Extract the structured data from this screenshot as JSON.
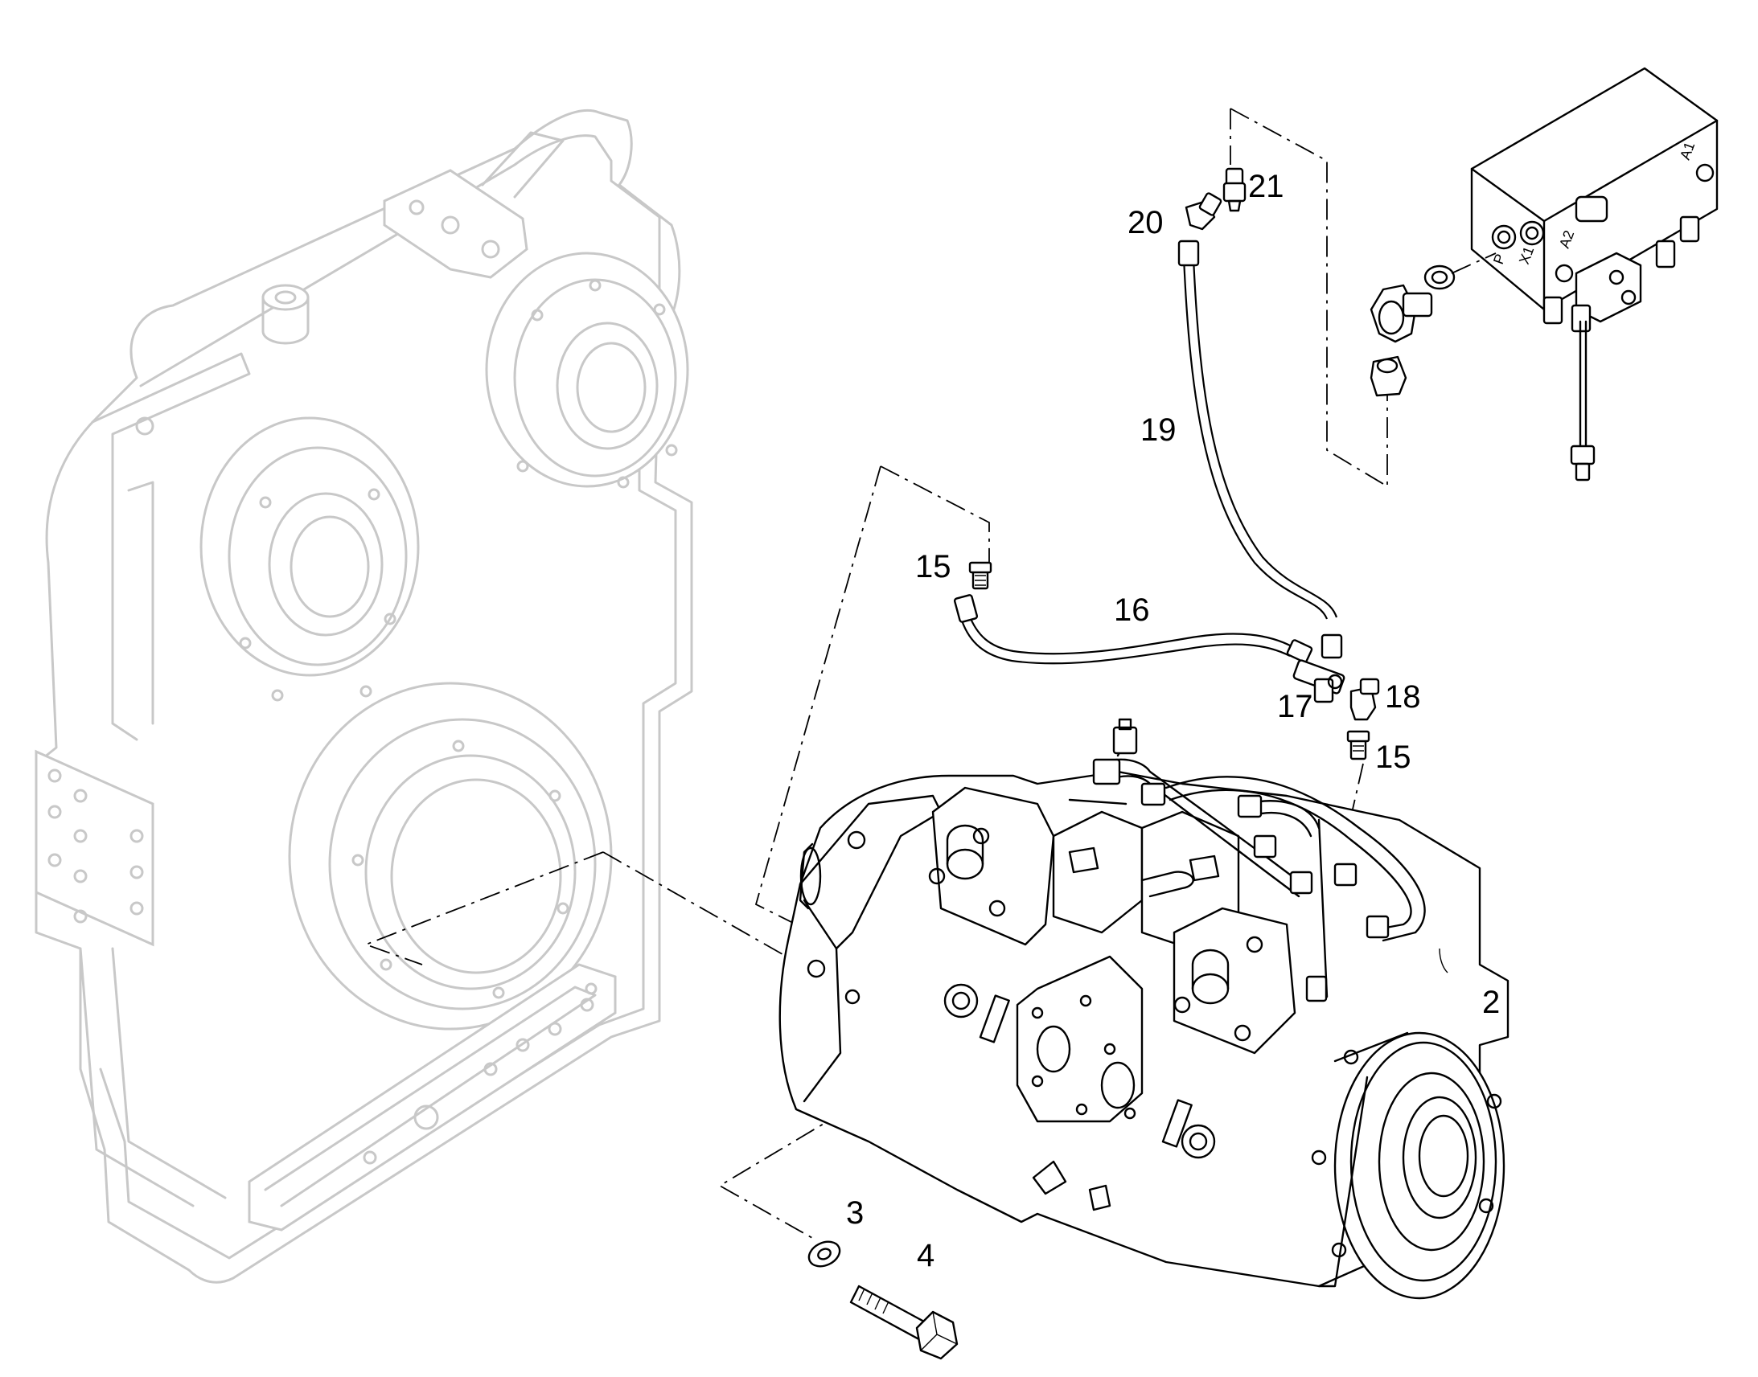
{
  "callouts": {
    "c2": "2",
    "c3": "3",
    "c4": "4",
    "c15a": "15",
    "c15b": "15",
    "c16": "16",
    "c17": "17",
    "c18": "18",
    "c19": "19",
    "c20": "20",
    "c21": "21"
  },
  "valve_markings": {
    "a1": "A1",
    "a2": "A2",
    "p": "P",
    "x1": "X1"
  }
}
